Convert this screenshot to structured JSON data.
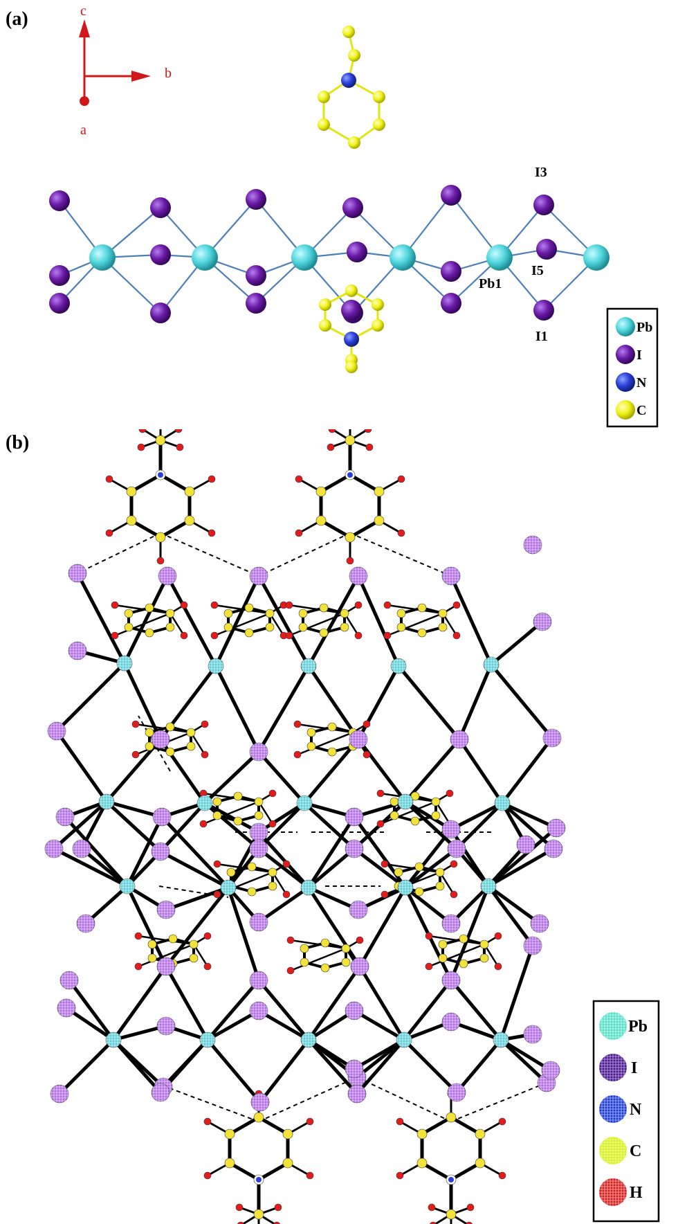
{
  "panel_a": {
    "label": "(a)",
    "axes": {
      "c": "c",
      "b": "b",
      "a": "a"
    },
    "atom_labels": [
      "I3",
      "I5",
      "Pb1",
      "I1"
    ],
    "legend": [
      {
        "label": "Pb",
        "color": "#4fd6dc"
      },
      {
        "label": "I",
        "color": "#6a1aa6"
      },
      {
        "label": "N",
        "color": "#2a3fd8"
      },
      {
        "label": "C",
        "color": "#f0f21a"
      }
    ]
  },
  "panel_b": {
    "label": "(b)",
    "legend": [
      {
        "label": "Pb",
        "color": "#57e0c8"
      },
      {
        "label": "I",
        "color": "#4a1590"
      },
      {
        "label": "N",
        "color": "#1c3ad6"
      },
      {
        "label": "C",
        "color": "#d8f01a"
      },
      {
        "label": "H",
        "color": "#d61c1c"
      }
    ]
  },
  "colors": {
    "axis_red": "#d01818",
    "bond_black": "#000000",
    "pb_atom_b": "#5fd0d8",
    "i_atom_b": "#b46de8",
    "c_atom_b": "#f2e23a",
    "h_atom_b": "#e01c1c",
    "n_atom_b": "#2a3fd8"
  }
}
